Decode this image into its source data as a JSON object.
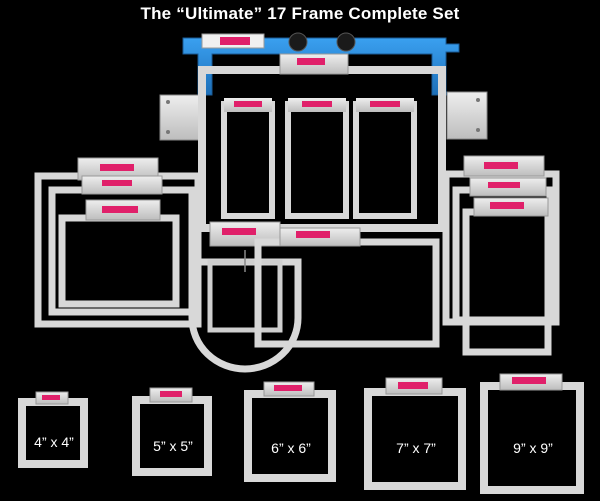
{
  "title": "The “Ultimate” 17 Frame Complete Set",
  "bottom_frames": [
    {
      "label": "4” x 4”"
    },
    {
      "label": "5” x 5”"
    },
    {
      "label": "6” x 6”"
    },
    {
      "label": "7” x 7”"
    },
    {
      "label": "9” x 9”"
    }
  ],
  "colors": {
    "background": "#000000",
    "frame_silver": "#d8d8d8",
    "frame_edge": "#9a9a9a",
    "bracket_blue": "#2a8ad8",
    "tag_pink": "#e0206a",
    "knob": "#1a1a1a"
  }
}
